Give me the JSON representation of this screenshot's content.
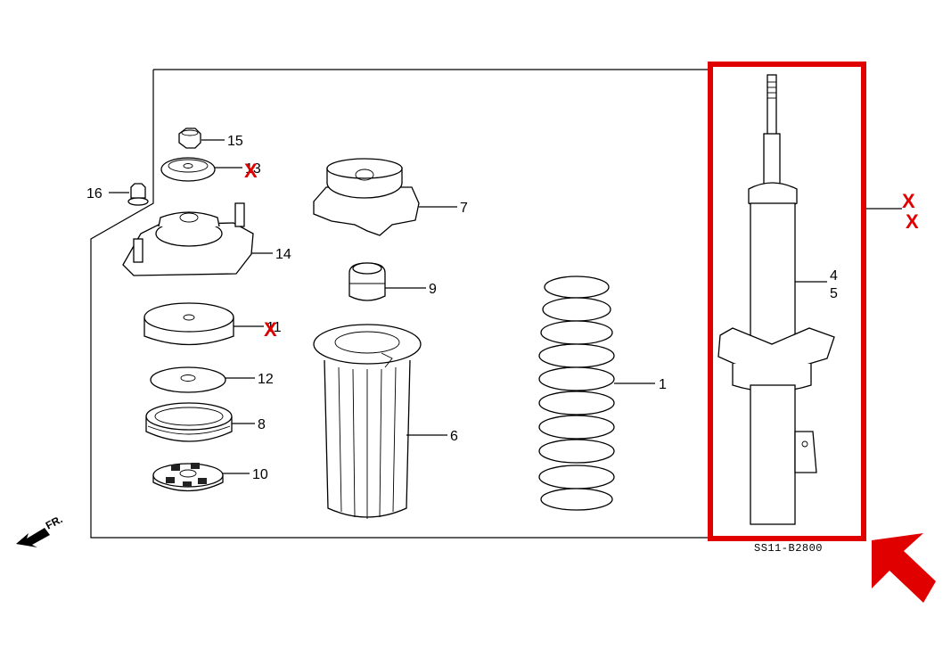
{
  "diagram": {
    "code": "SS11-B2800",
    "front_label": "FR.",
    "accent": "#e00000",
    "x_mark": "X",
    "labels": {
      "p1": "1",
      "p4": "4",
      "p5": "5",
      "p6": "6",
      "p7": "7",
      "p8": "8",
      "p9": "9",
      "p10": "10",
      "p11": "11",
      "p12": "12",
      "p13": "13",
      "p14": "14",
      "p15": "15",
      "p16": "16"
    }
  }
}
